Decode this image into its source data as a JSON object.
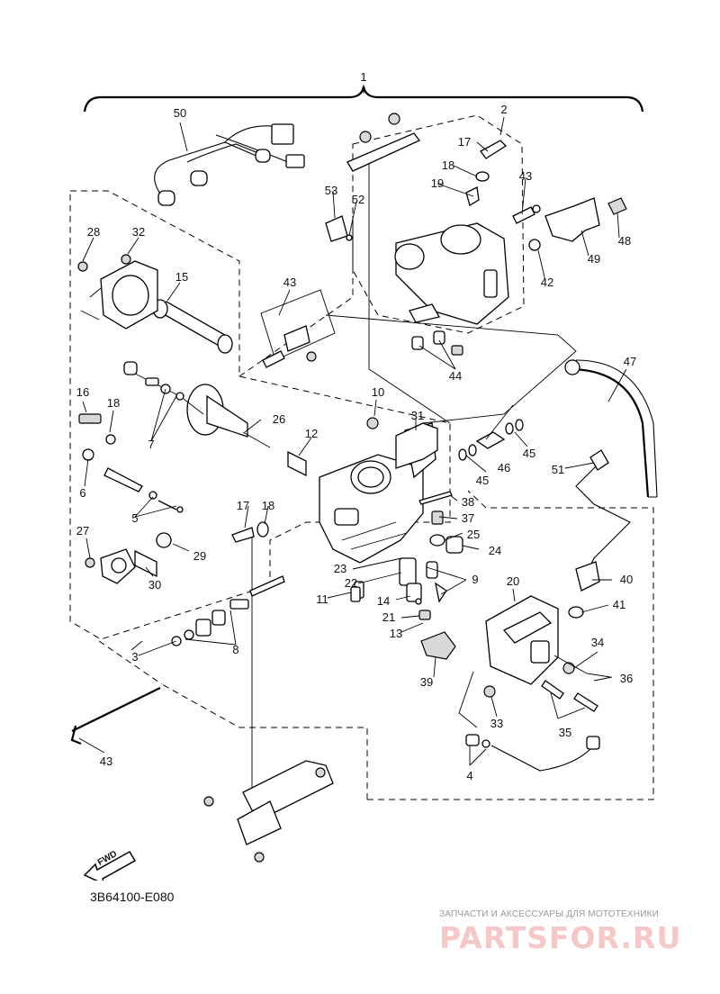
{
  "diagram": {
    "part_code": "3B64100-E080",
    "direction_label": "FWD",
    "watermark": {
      "tagline": "ЗАПЧАСТИ И АКСЕССУАРЫ ДЛЯ МОТОТЕХНИКИ",
      "logo": "PARTSFOR.RU"
    },
    "callouts": {
      "n1": "1",
      "n2": "2",
      "n3": "3",
      "n4": "4",
      "n5": "5",
      "n6": "6",
      "n7": "7",
      "n8": "8",
      "n9": "9",
      "n10": "10",
      "n11": "11",
      "n12": "12",
      "n13": "13",
      "n14": "14",
      "n15": "15",
      "n16": "16",
      "n17a": "17",
      "n17b": "17",
      "n18a": "18",
      "n18b": "18",
      "n18c": "18",
      "n19": "19",
      "n20": "20",
      "n21": "21",
      "n22": "22",
      "n23": "23",
      "n24": "24",
      "n25": "25",
      "n26": "26",
      "n27": "27",
      "n28": "28",
      "n29": "29",
      "n30": "30",
      "n31": "31",
      "n32": "32",
      "n33": "33",
      "n34": "34",
      "n35": "35",
      "n36": "36",
      "n37": "37",
      "n38": "38",
      "n39": "39",
      "n40": "40",
      "n41": "41",
      "n42": "42",
      "n43a": "43",
      "n43b": "43",
      "n43c": "43",
      "n44": "44",
      "n45a": "45",
      "n45b": "45",
      "n46": "46",
      "n47": "47",
      "n48": "48",
      "n49": "49",
      "n50": "50",
      "n51": "51",
      "n52": "52",
      "n53": "53"
    }
  }
}
